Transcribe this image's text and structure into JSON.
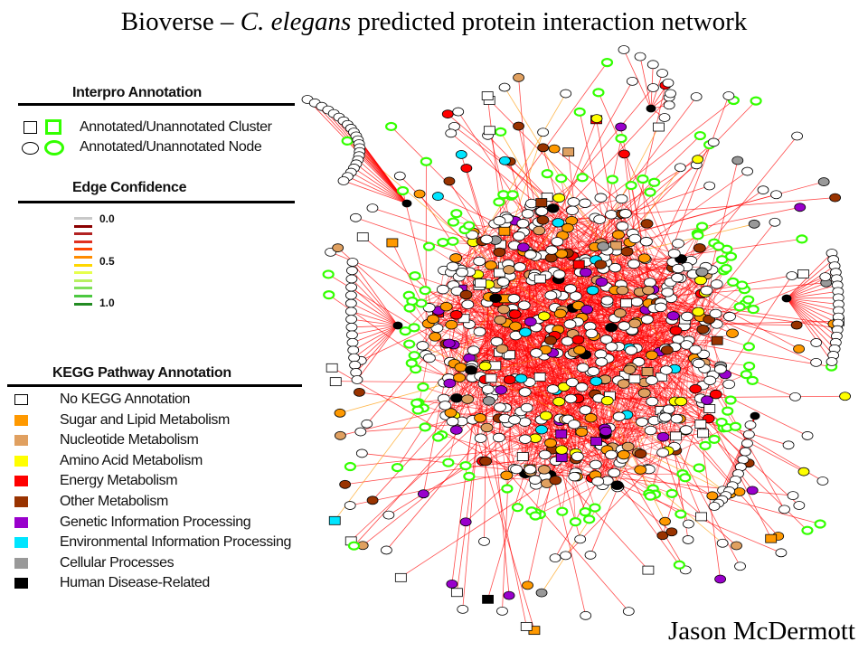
{
  "title": {
    "prefix": "Bioverse – ",
    "species": "C. elegans",
    "suffix": " predicted protein interaction network"
  },
  "author": "Jason McDermott",
  "legend": {
    "interpro": {
      "heading": "Interpro Annotation",
      "cluster_label": "Annotated/Unannotated Cluster",
      "node_label": "Annotated/Unannotated Node"
    },
    "edge_confidence": {
      "heading": "Edge Confidence",
      "tick_low": "0.0",
      "tick_mid": "0.5",
      "tick_high": "1.0",
      "colors": [
        "#c8c8c8",
        "#8b0000",
        "#b22222",
        "#e03020",
        "#ff4500",
        "#ff8c00",
        "#ffd700",
        "#e6ff4d",
        "#b8f060",
        "#7fdf5a",
        "#4cc840",
        "#228b22"
      ]
    },
    "kegg": {
      "heading": "KEGG Pathway Annotation",
      "items": [
        {
          "label": "No KEGG Annotation",
          "color": "#ffffff"
        },
        {
          "label": "Sugar and Lipid Metabolism",
          "color": "#ff9900"
        },
        {
          "label": "Nucleotide Metabolism",
          "color": "#e0a060"
        },
        {
          "label": "Amino Acid Metabolism",
          "color": "#ffff00"
        },
        {
          "label": "Energy Metabolism",
          "color": "#ff0000"
        },
        {
          "label": "Other Metabolism",
          "color": "#993300"
        },
        {
          "label": "Genetic Information Processing",
          "color": "#9900cc"
        },
        {
          "label": "Environmental Information Processing",
          "color": "#00e5ff"
        },
        {
          "label": "Cellular Processes",
          "color": "#999999"
        },
        {
          "label": "Human Disease-Related",
          "color": "#000000"
        }
      ]
    }
  },
  "network": {
    "edge_color": "#ff0000",
    "annotated_outline": "#000000",
    "unannotated_outline": "#33ff00"
  }
}
